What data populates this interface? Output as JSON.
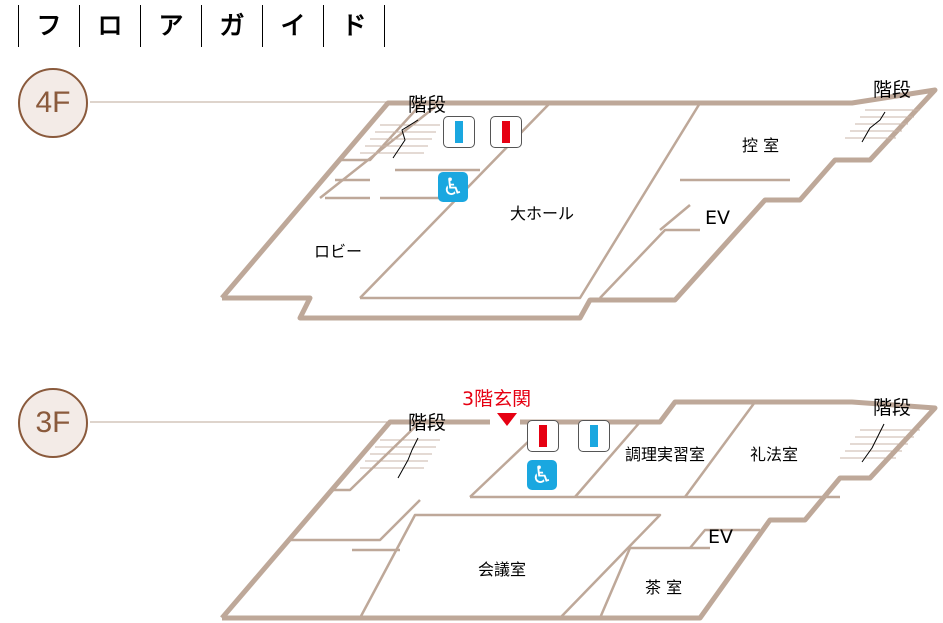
{
  "title_chars": [
    "フ",
    "ロ",
    "ア",
    "ガ",
    "イ",
    "ド"
  ],
  "floors": {
    "f4": {
      "badge": "4F",
      "stairs_left": "階段",
      "stairs_right": "階段",
      "rooms": {
        "hall": "大ホール",
        "lobby": "ロビー",
        "waiting": "控 室",
        "ev": "EV"
      }
    },
    "f3": {
      "badge": "3F",
      "stairs_left": "階段",
      "stairs_right": "階段",
      "entrance": "3階玄関",
      "rooms": {
        "cooking": "調理実習室",
        "etiquette": "礼法室",
        "meeting": "会議室",
        "tea": "茶 室",
        "ev": "EV"
      }
    }
  },
  "colors": {
    "wall": "#bea899",
    "male": "#1aa7e0",
    "female": "#e60012",
    "accessible": "#1aa7e0"
  }
}
